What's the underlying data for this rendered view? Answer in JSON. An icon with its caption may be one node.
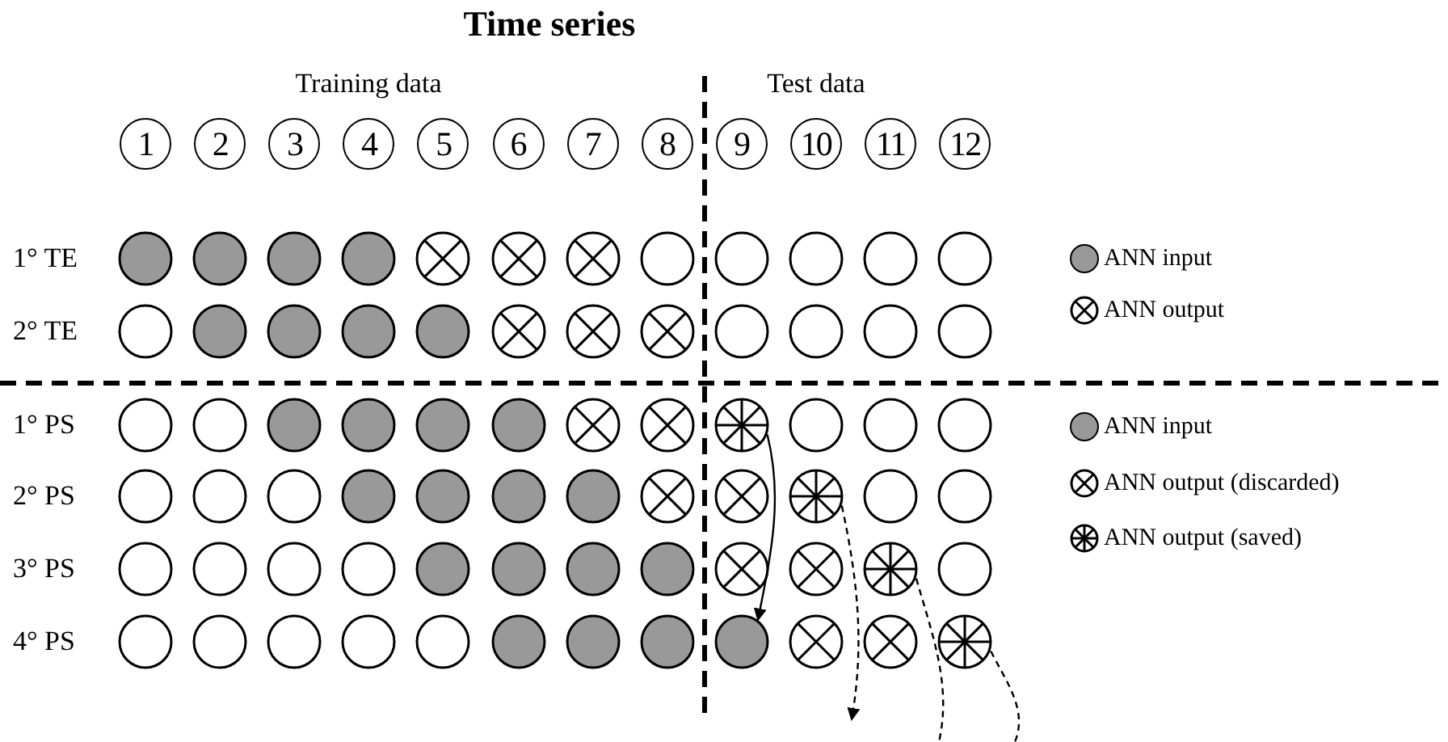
{
  "diagram": {
    "title": "Time series",
    "nodes": [
      {
        "text": [
          "1"
        ]
      },
      {
        "text": [
          "2"
        ]
      },
      {
        "text": [
          "3"
        ]
      },
      {
        "text": [
          "4"
        ]
      },
      {
        "text": [
          "5"
        ]
      },
      {
        "text": [
          "6"
        ]
      },
      {
        "text": [
          "7"
        ]
      },
      {
        "text": [
          "8"
        ]
      },
      {
        "text": [
          "9"
        ]
      },
      {
        "text": [
          "10"
        ]
      },
      {
        "text": [
          "11"
        ]
      },
      {
        "text": [
          "12"
        ]
      },
      {
        "text": [],
        "shape": "disc"
      },
      {
        "text": [],
        "shape": "disc"
      },
      {
        "text": [],
        "shape": "disc"
      },
      {
        "text": [],
        "shape": "disc"
      },
      {
        "text": [],
        "shape": "crossed-circle"
      },
      {
        "text": [],
        "shape": "crossed-circle"
      },
      {
        "text": [],
        "shape": "crossed-circle"
      },
      {
        "text": [],
        "shape": "circle"
      },
      {
        "text": [],
        "shape": "circle"
      },
      {
        "text": [],
        "shape": "circle"
      },
      {
        "text": [],
        "shape": "circle"
      },
      {
        "text": [],
        "shape": "circle"
      },
      {
        "text": [],
        "shape": "circle"
      },
      {
        "text": [],
        "shape": "disc"
      },
      {
        "text": [],
        "shape": "disc"
      },
      {
        "text": [],
        "shape": "disc"
      },
      {
        "text": [],
        "shape": "disc"
      },
      {
        "text": [],
        "shape": "crossed-circle"
      },
      {
        "text": [],
        "shape": "crossed-circle"
      },
      {
        "text": [],
        "shape": "crossed-circle"
      },
      {
        "text": [],
        "shape": "circle"
      },
      {
        "text": [],
        "shape": "circle"
      },
      {
        "text": [],
        "shape": "circle"
      },
      {
        "text": [],
        "shape": "circle"
      },
      {
        "text": [],
        "shape": "circle"
      },
      {
        "text": [],
        "shape": "circle"
      },
      {
        "text": [],
        "shape": "disc"
      },
      {
        "text": [],
        "shape": "disc"
      },
      {
        "text": [],
        "shape": "disc"
      },
      {
        "text": [],
        "shape": "disc"
      },
      {
        "text": [],
        "shape": "crossed-circle"
      },
      {
        "text": [],
        "shape": "crossed-circle"
      },
      {
        "text": [],
        "shape": "asterisk-circle"
      },
      {
        "text": [],
        "shape": "circle"
      },
      {
        "text": [],
        "shape": "circle"
      },
      {
        "text": [],
        "shape": "circle"
      },
      {
        "text": [],
        "shape": "circle"
      },
      {
        "text": [],
        "shape": "circle"
      },
      {
        "text": [],
        "shape": "circle"
      },
      {
        "text": [],
        "shape": "disc"
      },
      {
        "text": [],
        "shape": "disc"
      },
      {
        "text": [],
        "shape": "disc"
      },
      {
        "text": [],
        "shape": "disc"
      },
      {
        "text": [],
        "shape": "crossed-circle"
      },
      {
        "text": [],
        "shape": "crossed-circle"
      },
      {
        "text": [],
        "shape": "asterisk-circle"
      },
      {
        "text": [],
        "shape": "circle"
      },
      {
        "text": [],
        "shape": "circle"
      },
      {
        "text": [],
        "shape": "circle"
      },
      {
        "text": [],
        "shape": "circle"
      },
      {
        "text": [],
        "shape": "circle"
      },
      {
        "text": [],
        "shape": "circle"
      },
      {
        "text": [],
        "shape": "disc"
      },
      {
        "text": [],
        "shape": "disc"
      },
      {
        "text": [],
        "shape": "disc"
      },
      {
        "text": [],
        "shape": "disc"
      },
      {
        "text": [],
        "shape": "crossed-circle"
      },
      {
        "text": [],
        "shape": "crossed-circle"
      },
      {
        "text": [],
        "shape": "asterisk-circle"
      },
      {
        "text": [],
        "shape": "circle"
      },
      {
        "text": [],
        "shape": "circle"
      },
      {
        "text": [],
        "shape": "circle"
      },
      {
        "text": [],
        "shape": "circle"
      },
      {
        "text": [],
        "shape": "circle"
      },
      {
        "text": [],
        "shape": "circle"
      },
      {
        "text": [],
        "shape": "disc"
      },
      {
        "text": [],
        "shape": "disc"
      },
      {
        "text": [],
        "shape": "disc"
      },
      {
        "text": [],
        "shape": "disc"
      },
      {
        "text": [],
        "shape": "crossed-circle"
      },
      {
        "text": [],
        "shape": "crossed-circle"
      },
      {
        "text": [],
        "shape": "asterisk-circle"
      }
    ],
    "edges": [
      {
        "from": 44,
        "to": 80,
        "arrow": "to"
      },
      {
        "from": 57,
        "to": null,
        "arrow": "to",
        "style": "dashed"
      },
      {
        "from": 70,
        "to": null,
        "arrow": "none",
        "style": "dashed"
      },
      {
        "from": 83,
        "to": null,
        "arrow": "none",
        "style": "dashed"
      }
    ],
    "labels": [
      "Training data",
      "Test data",
      "1° TE",
      "2° TE",
      "1° PS",
      "2° PS",
      "3° PS",
      "4° PS"
    ],
    "legend": [
      {
        "text": "ANN input",
        "color": "#999999"
      },
      {
        "text": "ANN output"
      },
      {
        "text": "ANN input",
        "color": "#999999"
      },
      {
        "text": "ANN output (discarded)"
      },
      {
        "text": "ANN output (saved)"
      }
    ]
  }
}
